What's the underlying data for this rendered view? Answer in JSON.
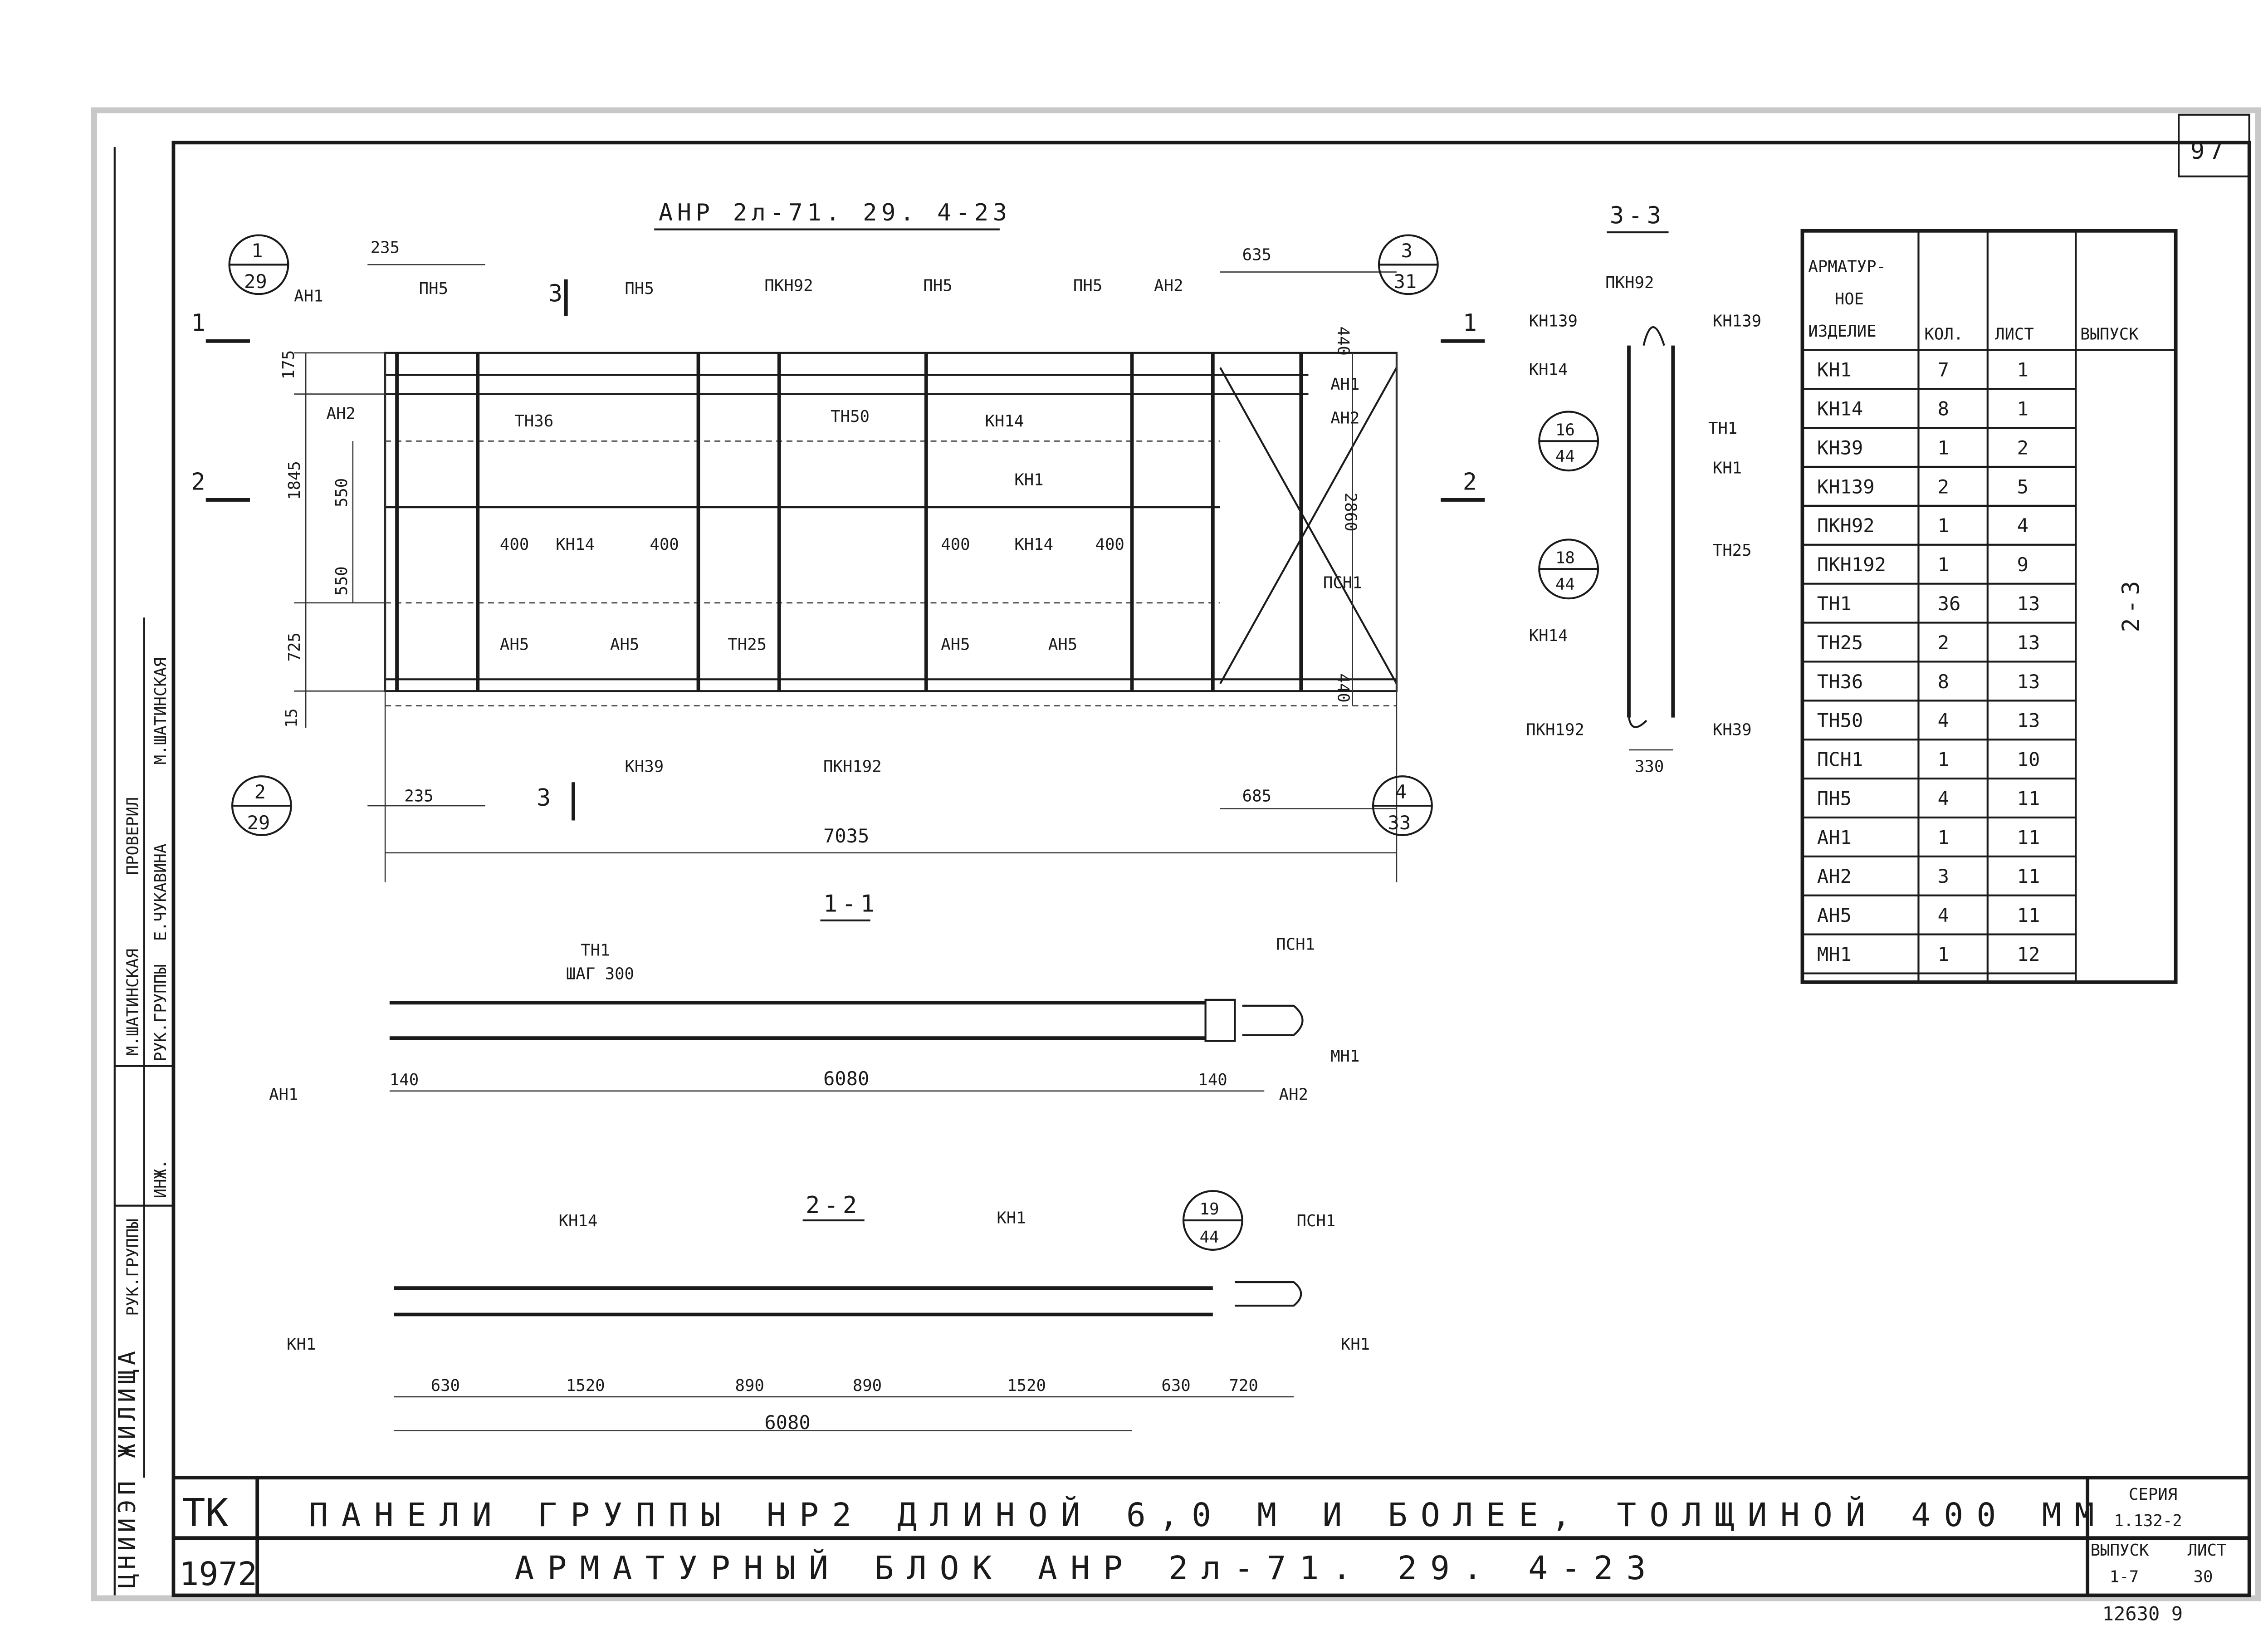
{
  "sheet_number": "97",
  "colors": {
    "paper": "#ffffff",
    "scan_border": "#c8c8c8",
    "ink": "#1a1a1a"
  },
  "elevation": {
    "title": "АНР 2л-71. 29. 4-23",
    "callouts": [
      {
        "top": "1",
        "bottom": "29"
      },
      {
        "top": "2",
        "bottom": "29"
      },
      {
        "top": "3",
        "bottom": "31"
      },
      {
        "top": "4",
        "bottom": "33"
      }
    ],
    "section_marks": [
      "1",
      "1",
      "2",
      "2",
      "3",
      "3"
    ],
    "dims": [
      "235",
      "635",
      "175",
      "1845",
      "550",
      "550",
      "725",
      "15",
      "2860",
      "440",
      "440",
      "235",
      "685",
      "7035",
      "400",
      "400",
      "400",
      "400"
    ],
    "labels": [
      "АН1",
      "ПН5",
      "ПН5",
      "ПКН92",
      "ПН5",
      "ПН5",
      "АН2",
      "АН1",
      "АН2",
      "АН2",
      "ТН36",
      "ТН50",
      "КН14",
      "КН1",
      "КН14",
      "КН14",
      "АН5",
      "АН5",
      "ТН25",
      "АН5",
      "АН5",
      "ПСН1",
      "КН39",
      "ПКН192"
    ]
  },
  "section_3_3": {
    "title": "3-3",
    "callouts": [
      {
        "top": "16",
        "bottom": "44"
      },
      {
        "top": "18",
        "bottom": "44"
      }
    ],
    "labels": [
      "ПКН92",
      "КН139",
      "КН139",
      "КН14",
      "ТН1",
      "КН1",
      "ТН25",
      "КН14",
      "ПКН192",
      "КН39"
    ],
    "dim": "330"
  },
  "section_1_1": {
    "title": "1-1",
    "labels": [
      "ТН1",
      "ШАГ 300",
      "ПСН1",
      "МН1",
      "АН1",
      "АН2"
    ],
    "dims": [
      "140",
      "6080",
      "140"
    ]
  },
  "section_2_2": {
    "title": "2-2",
    "callout": {
      "top": "19",
      "bottom": "44"
    },
    "labels": [
      "КН14",
      "КН1",
      "ПСН1",
      "КН1",
      "КН1"
    ],
    "dims": [
      "630",
      "1520",
      "890",
      "890",
      "1520",
      "630",
      "720",
      "6080"
    ]
  },
  "spec_table": {
    "headers": [
      "АРМАТУР-НОЕ ИЗДЕЛИЕ",
      "КОЛ.",
      "ЛИСТ",
      "ВЫПУСК"
    ],
    "issue": "2-3",
    "rows": [
      [
        "КН1",
        "7",
        "1"
      ],
      [
        "КН14",
        "8",
        "1"
      ],
      [
        "КН39",
        "1",
        "2"
      ],
      [
        "КН139",
        "2",
        "5"
      ],
      [
        "ПКН92",
        "1",
        "4"
      ],
      [
        "ПКН192",
        "1",
        "9"
      ],
      [
        "ТН1",
        "36",
        "13"
      ],
      [
        "ТН25",
        "2",
        "13"
      ],
      [
        "ТН36",
        "8",
        "13"
      ],
      [
        "ТН50",
        "4",
        "13"
      ],
      [
        "ПСН1",
        "1",
        "10"
      ],
      [
        "ПН5",
        "4",
        "11"
      ],
      [
        "АН1",
        "1",
        "11"
      ],
      [
        "АН2",
        "3",
        "11"
      ],
      [
        "АН5",
        "4",
        "11"
      ],
      [
        "МН1",
        "1",
        "12"
      ]
    ]
  },
  "stamp": {
    "org": "ЦНИИЭП ЖИЛИЩА",
    "roles": [
      "РУК.ГРУППЫ",
      "ИНЖ.",
      "ПРОВЕРИЛ",
      "РУК.ГРУППЫ"
    ],
    "names": [
      "М.ШАТИНСКАЯ",
      "Е.ЧУКАВИНА",
      "М.ШАТИНСКАЯ"
    ]
  },
  "title_block": {
    "code": "ТК",
    "year": "1972",
    "line1": "ПАНЕЛИ ГРУППЫ НР2 ДЛИНОЙ 6,0 М И БОЛЕЕ, ТОЛЩИНОЙ 400 ММ",
    "line2": "АРМАТУРНЫЙ БЛОК АНР 2л-71. 29. 4-23",
    "series_label": "СЕРИЯ",
    "series": "1.132-2",
    "issue_label": "ВЫПУСК",
    "sheet_label": "ЛИСТ",
    "issue": "1-7",
    "sheet": "30"
  },
  "archive_number": "12630 9"
}
